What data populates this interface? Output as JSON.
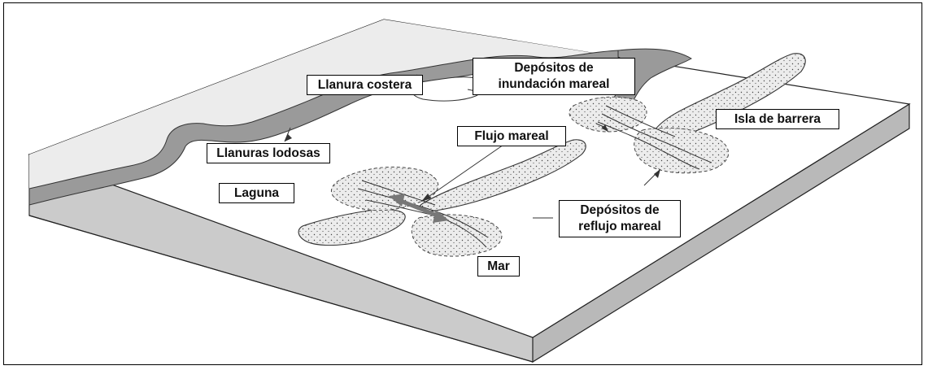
{
  "figure": {
    "labels": {
      "coastal_plain": "Llanura costera",
      "flood_deposits_line1": "Depósitos de",
      "flood_deposits_line2": "inundación mareal",
      "barrier_island": "Isla de barrera",
      "tidal_flow": "Flujo mareal",
      "mud_flats": "Llanuras lodosas",
      "lagoon": "Laguna",
      "ebb_deposits_line1": "Depósitos de",
      "ebb_deposits_line2": "reflujo mareal",
      "sea": "Mar"
    },
    "colors": {
      "block_side": "#c9c9c9",
      "block_front": "#bdbdbd",
      "surface": "#ffffff",
      "coastal_band": "#9a9a9a",
      "inland_plain": "#ececec",
      "sand": "#e6e6e6",
      "outline": "#333333"
    }
  }
}
